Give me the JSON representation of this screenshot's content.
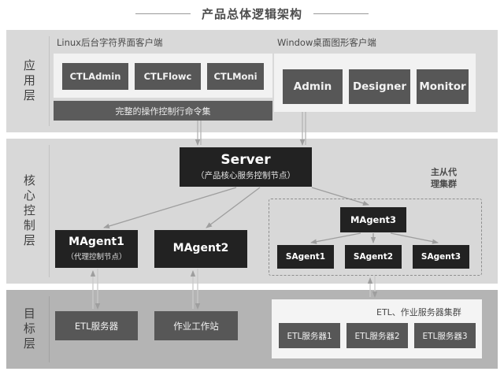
{
  "title": "产品总体逻辑架构",
  "layers": [
    {
      "name": "application",
      "label": "应用层"
    },
    {
      "name": "core-control",
      "label": "核心控制层"
    },
    {
      "name": "target",
      "label": "目标层"
    }
  ],
  "application": {
    "left_panel": {
      "caption": "Linux后台字符界面客户端",
      "clients": [
        "CTLAdmin",
        "CTLFlowc",
        "CTLMoni"
      ],
      "command_bar": "完整的操作控制行命令集"
    },
    "right_panel": {
      "caption": "Window桌面图形客户端",
      "clients": [
        "Admin",
        "Designer",
        "Monitor"
      ]
    }
  },
  "core": {
    "server": {
      "title": "Server",
      "subtitle": "（产品核心服务控制节点）"
    },
    "agents": [
      {
        "title": "MAgent1",
        "subtitle": "（代理控制节点）"
      },
      {
        "title": "MAgent2",
        "subtitle": ""
      }
    ],
    "cluster": {
      "caption": "主从代\n理集群",
      "caption_line1": "主从代",
      "caption_line2": "理集群",
      "master": "MAgent3",
      "slaves": [
        "SAgent1",
        "SAgent2",
        "SAgent3"
      ]
    }
  },
  "target": {
    "nodes": [
      "ETL服务器",
      "作业工作站"
    ],
    "cluster": {
      "caption": "ETL、作业服务器集群",
      "nodes": [
        "ETL服务器1",
        "ETL服务器2",
        "ETL服务器3"
      ]
    }
  },
  "colors": {
    "title_text": "#4d4d4d",
    "band_app": "#d9d9d9",
    "band_core": "#d8d8d8",
    "band_target": "#b4b4b4",
    "dark_box": "#575757",
    "black_box": "#222222",
    "panel_light": "#f2f2f2",
    "connector": "#9e9e9e"
  }
}
